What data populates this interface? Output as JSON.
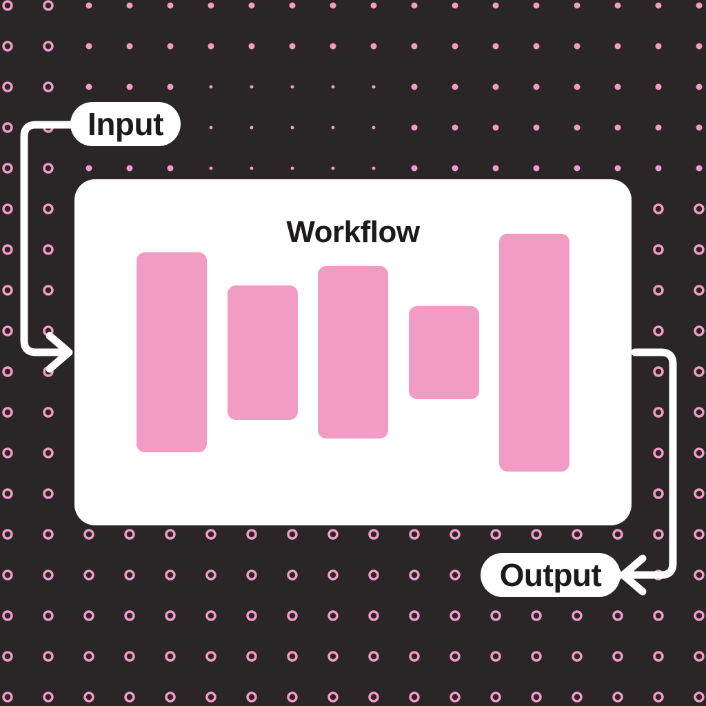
{
  "colors": {
    "background": "#2a2526",
    "accent": "#f29bc4",
    "card": "#ffffff",
    "text": "#1c1a1b",
    "arrow": "#ffffff"
  },
  "labels": {
    "input": "Input",
    "workflow": "Workflow",
    "output": "Output"
  },
  "workflow_bars": {
    "count": 5,
    "relative_heights": [
      0.58,
      0.39,
      0.5,
      0.27,
      0.69
    ]
  },
  "icons": [
    "input-arrow-icon",
    "output-arrow-icon"
  ]
}
